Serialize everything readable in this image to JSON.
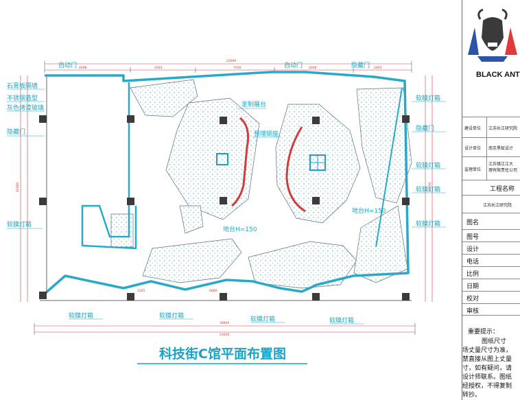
{
  "labels": {
    "auto_door_left": "自动门",
    "auto_door_mid": "自动门",
    "hidden_door_top": "隐藏门",
    "gypsum_wall": "石膏板隔墙",
    "steel_shape": "不锈钢造型",
    "gray_glass": "灰色烤漆玻璃",
    "hidden_door_left": "隐藏门",
    "film_box_left": "软膜灯箱",
    "custom_stand": "定制展台",
    "embedded_screen": "预埋钢座",
    "floor_left": "地台H=150",
    "floor_right": "地台H=150",
    "film_box_r1": "软膜灯箱",
    "hidden_door_right": "隐藏门",
    "film_box_r2": "软膜灯箱",
    "film_box_r3": "软膜灯箱",
    "film_box_r4": "软膜灯箱",
    "film_box_b1": "软膜灯箱",
    "film_box_b2": "软膜灯箱",
    "film_box_b3": "软膜灯箱",
    "film_box_b4": "软膜灯箱"
  },
  "dims": {
    "top_total": "22690",
    "top_a": "4098",
    "top_b": "2025",
    "top_c": "7000",
    "top_d": "3008",
    "top_e": "2955",
    "left_h": "10980",
    "right_h": "10750",
    "bottom_total": "23600",
    "bottom_a": "18800",
    "bottom_b": "6689",
    "bottom_c": "1265"
  },
  "drawing_title": "科技街C馆平面布置图",
  "title_block": {
    "brand": "BLACK  ANT",
    "rows": [
      {
        "key": "建设单位",
        "value": "江苏长江研究院"
      },
      {
        "key": "设计单位",
        "value": "南京黑蚁设计"
      },
      {
        "key": "监理单位",
        "value": "江苏镇江江大\n理有限责任公司"
      }
    ],
    "project_label": "工程名称",
    "project_value": "江苏长江研究院",
    "fields": [
      "图名",
      "图号",
      "设计",
      "电话",
      "比例",
      "日期",
      "校对",
      "审核"
    ],
    "note_title": "重要提示：",
    "note_lines": [
      "图纸尺寸",
      "场丈量尺寸为准，",
      "禁直接从图上丈量",
      "寸，如有疑问，请",
      "设计师联系。图纸",
      "经授权，不得复制",
      "转抄。"
    ]
  },
  "colors": {
    "wall": "#29a9c8",
    "dimension": "#d23b3b",
    "column": "#333333",
    "title": "#1aa3c7"
  }
}
